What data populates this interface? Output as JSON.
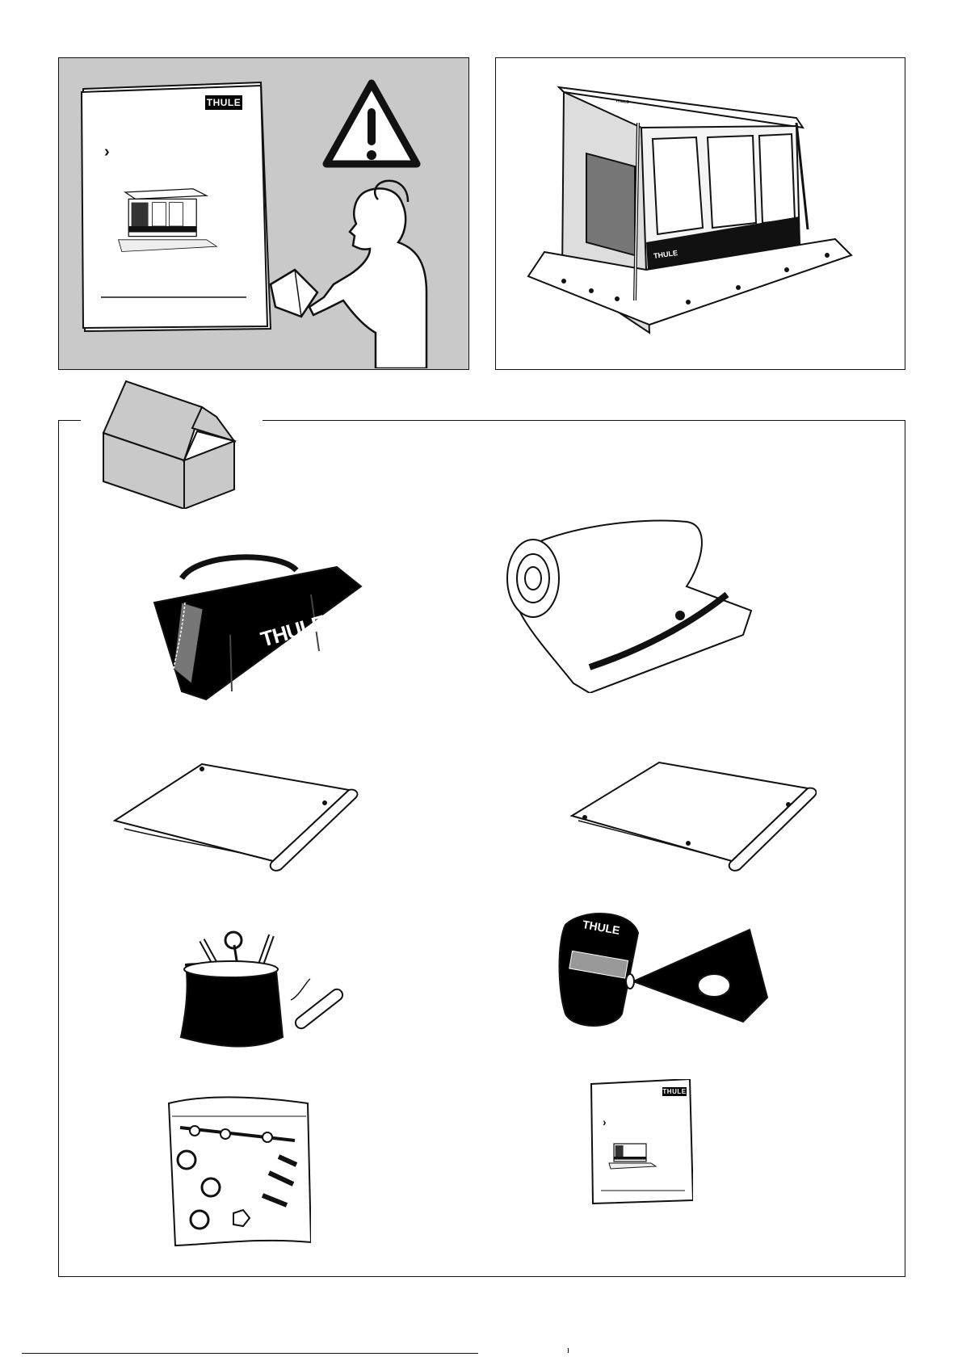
{
  "brand": {
    "logo_text": "THULE"
  },
  "panels": {
    "read_manual": {
      "name": "read-instructions-panel",
      "manual_chevron": "›"
    },
    "awning": {
      "name": "awning-overview-panel",
      "roof_logo": "THULE",
      "skirt_logo": "THULE"
    },
    "contents": {
      "name": "package-contents-panel"
    }
  },
  "items": [
    {
      "id": "carry-bag",
      "logo": "THULE"
    },
    {
      "id": "rolled-awning"
    },
    {
      "id": "side-panel-left"
    },
    {
      "id": "side-panel-right"
    },
    {
      "id": "pegs-pouch"
    },
    {
      "id": "rail-stopper-pads"
    },
    {
      "id": "fixing-kit-bag"
    },
    {
      "id": "instruction-manual",
      "logo": "THULE",
      "chevron": "›"
    }
  ],
  "colors": {
    "panel_gray": "#c9c9c9",
    "line": "#111111",
    "black_fill": "#000000"
  }
}
